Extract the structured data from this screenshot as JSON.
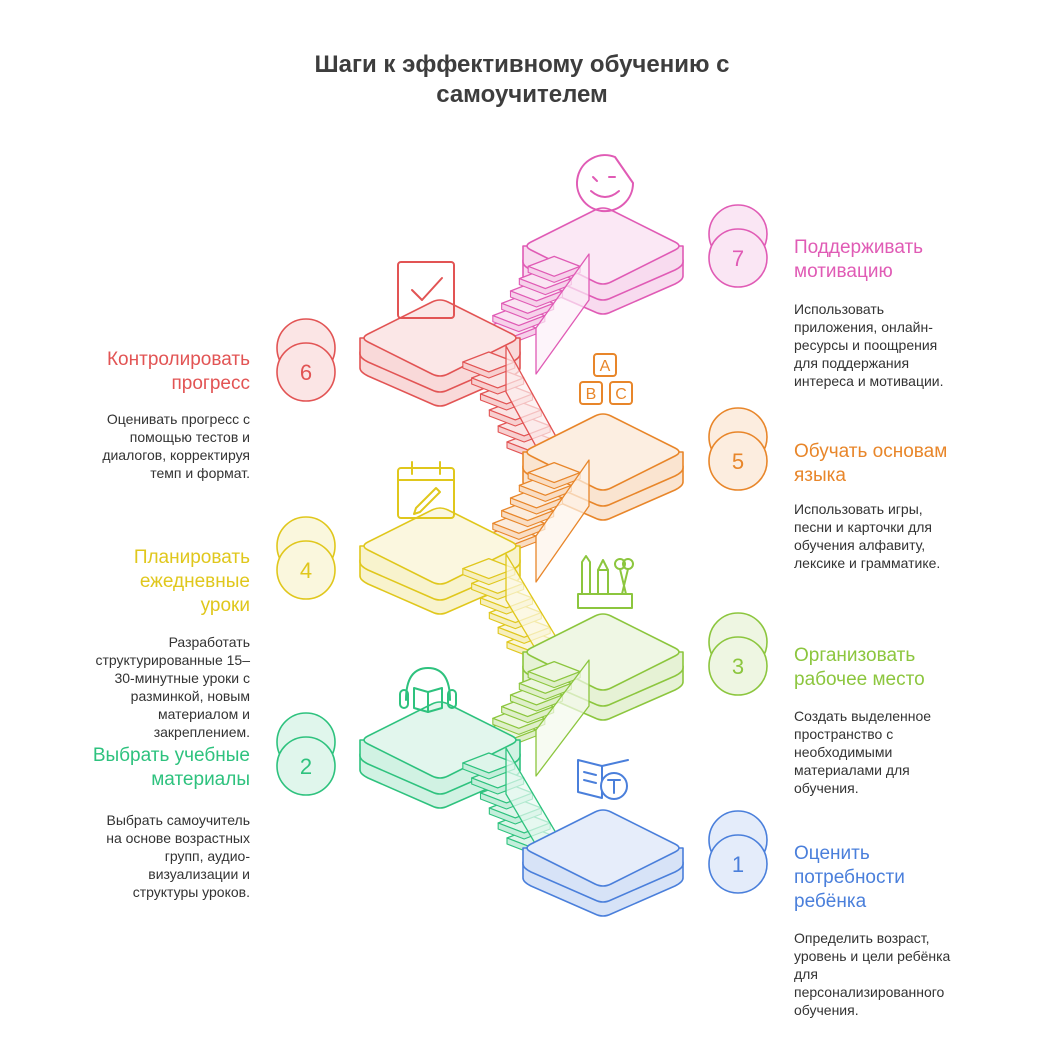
{
  "title": {
    "line1": "Шаги к эффективному обучению с",
    "line2": "самоучителем"
  },
  "steps": [
    {
      "number": "1",
      "color": "#4a7fdb",
      "heading_lines": [
        "Оценить",
        "потребности",
        "ребёнка"
      ],
      "description_lines": [
        "Определить возраст,",
        "уровень и цели ребёнка",
        "для",
        "персонализированного",
        "обучения."
      ],
      "icon": "book-t-icon"
    },
    {
      "number": "2",
      "color": "#2ec27e",
      "heading_lines": [
        "Выбрать учебные",
        "материалы"
      ],
      "description_lines": [
        "Выбрать самоучитель",
        "на основе возрастных",
        "групп, аудио-",
        "визуализации и",
        "структуры уроков."
      ],
      "icon": "headphones-book-icon"
    },
    {
      "number": "3",
      "color": "#8cc63e",
      "heading_lines": [
        "Организовать",
        "рабочее место"
      ],
      "description_lines": [
        "Создать выделенное",
        "пространство с",
        "необходимыми",
        "материалами для",
        "обучения."
      ],
      "icon": "stationery-icon"
    },
    {
      "number": "4",
      "color": "#e0c71c",
      "heading_lines": [
        "Планировать",
        "ежедневные",
        "уроки"
      ],
      "description_lines": [
        "Разработать",
        "структурированные 15–",
        "30-минутные уроки с",
        "разминкой, новым",
        "материалом и",
        "закреплением."
      ],
      "icon": "calendar-pen-icon"
    },
    {
      "number": "5",
      "color": "#e8862a",
      "heading_lines": [
        "Обучать основам",
        "языка"
      ],
      "description_lines": [
        "Использовать игры,",
        "песни и карточки для",
        "обучения алфавиту,",
        "лексике и грамматике."
      ],
      "icon": "abc-blocks-icon"
    },
    {
      "number": "6",
      "color": "#e25454",
      "heading_lines": [
        "Контролировать",
        "прогресс"
      ],
      "description_lines": [
        "Оценивать прогресс с",
        "помощью тестов и",
        "диалогов, корректируя",
        "темп и формат."
      ],
      "icon": "checkbox-icon"
    },
    {
      "number": "7",
      "color": "#e05bb5",
      "heading_lines": [
        "Поддерживать",
        "мотивацию"
      ],
      "description_lines": [
        "Использовать",
        "приложения, онлайн-",
        "ресурсы и поощрения",
        "для поддержания",
        "интереса и мотивации."
      ],
      "icon": "smiley-sticker-icon"
    }
  ]
}
